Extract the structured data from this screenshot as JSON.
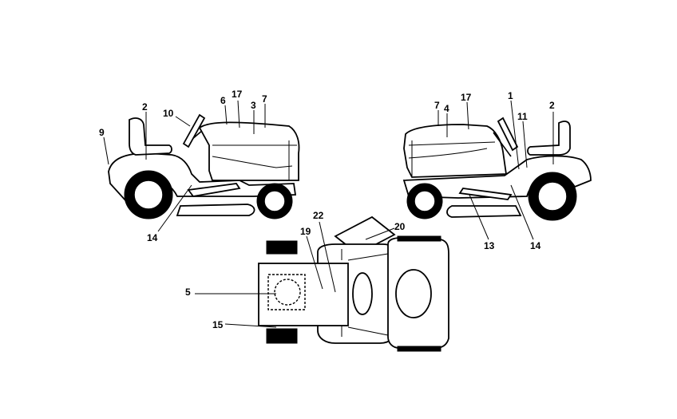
{
  "callouts": {
    "left_view": [
      "2",
      "10",
      "6",
      "17",
      "3",
      "7",
      "9",
      "14"
    ],
    "right_view": [
      "7",
      "4",
      "17",
      "1",
      "11",
      "2",
      "13",
      "14"
    ],
    "top_view": [
      "22",
      "20",
      "19",
      "5",
      "15"
    ]
  }
}
